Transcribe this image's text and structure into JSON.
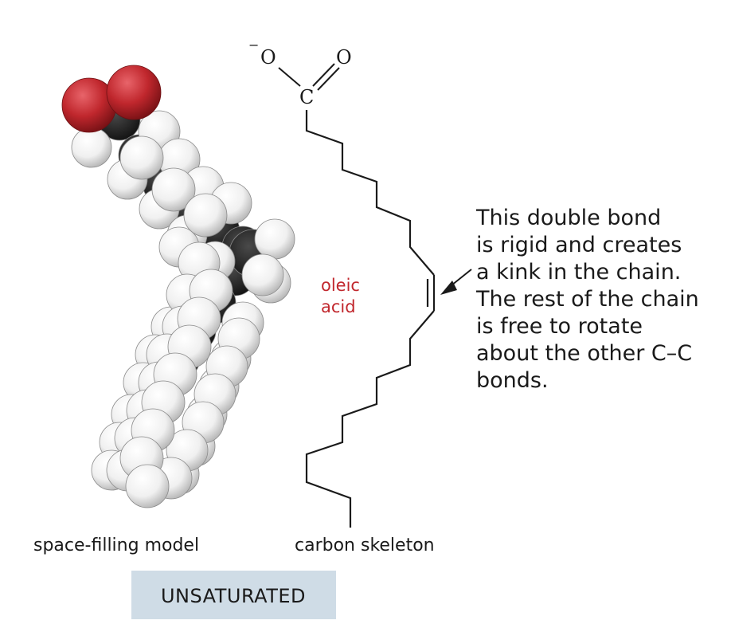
{
  "carboxylate": {
    "charge": "−",
    "oxygen_left": "O",
    "oxygen_right": "O",
    "carbon": "C"
  },
  "oleic_label": [
    "oleic",
    "acid"
  ],
  "annotation_lines": [
    "This double bond",
    "is rigid and creates",
    "a kink in the chain.",
    "The rest of the chain",
    "is free to rotate",
    "about the other C–C",
    "bonds."
  ],
  "labels": {
    "space_filling": "space-filling model",
    "carbon_skeleton": "carbon skeleton"
  },
  "badge": "UNSATURATED",
  "colors": {
    "oxygen_atom": "#c0272d",
    "hydrogen_atom": "#f2f2f2",
    "carbon_atom": "#1e1e1e",
    "oleic_label": "#c1272d",
    "badge_bg": "#cfdce6"
  }
}
